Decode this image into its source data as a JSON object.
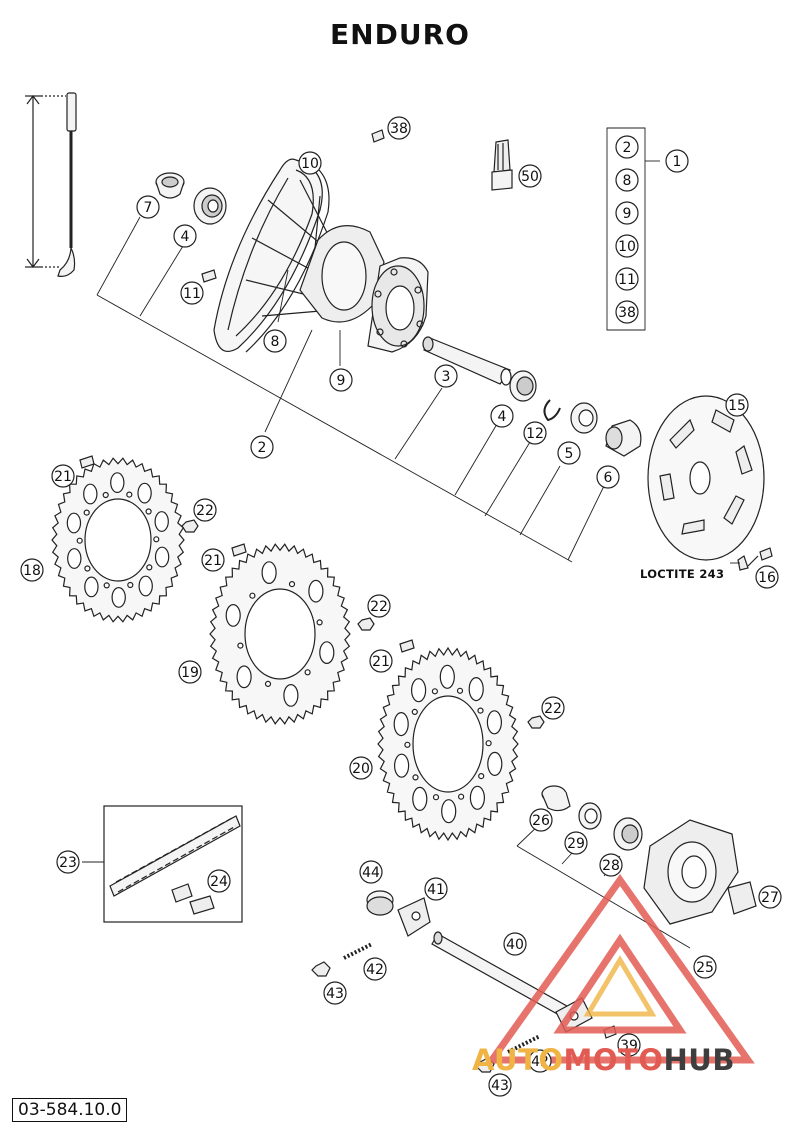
{
  "header": {
    "title": "ENDURO"
  },
  "footer": {
    "doc_number": "03-584.10.0"
  },
  "notes": {
    "loctite": "LOCTITE 243"
  },
  "watermark": {
    "part1": "AUTO",
    "part2": "MOTO",
    "part3": "HUB"
  },
  "colors": {
    "line": "#222222",
    "fill": "#f4f4f4",
    "shade": "#cfcfcf",
    "watermark_red": "#e25b53",
    "watermark_orange": "#f0b445",
    "watermark_dark": "#3e3e3e"
  },
  "callouts": [
    {
      "id": "38a",
      "label": "38"
    },
    {
      "id": "10a",
      "label": "10"
    },
    {
      "id": "50",
      "label": "50"
    },
    {
      "id": "7",
      "label": "7"
    },
    {
      "id": "4a",
      "label": "4"
    },
    {
      "id": "11a",
      "label": "11"
    },
    {
      "id": "8a",
      "label": "8"
    },
    {
      "id": "9a",
      "label": "9"
    },
    {
      "id": "2a",
      "label": "2"
    },
    {
      "id": "3",
      "label": "3"
    },
    {
      "id": "4b",
      "label": "4"
    },
    {
      "id": "12",
      "label": "12"
    },
    {
      "id": "5",
      "label": "5"
    },
    {
      "id": "6",
      "label": "6"
    },
    {
      "id": "1",
      "label": "1"
    },
    {
      "id": "2b",
      "label": "2"
    },
    {
      "id": "8b",
      "label": "8"
    },
    {
      "id": "9b",
      "label": "9"
    },
    {
      "id": "10b",
      "label": "10"
    },
    {
      "id": "11b",
      "label": "11"
    },
    {
      "id": "38b",
      "label": "38"
    },
    {
      "id": "15",
      "label": "15"
    },
    {
      "id": "16",
      "label": "16"
    },
    {
      "id": "21a",
      "label": "21"
    },
    {
      "id": "22a",
      "label": "22"
    },
    {
      "id": "18",
      "label": "18"
    },
    {
      "id": "21b",
      "label": "21"
    },
    {
      "id": "22b",
      "label": "22"
    },
    {
      "id": "19",
      "label": "19"
    },
    {
      "id": "21c",
      "label": "21"
    },
    {
      "id": "22c",
      "label": "22"
    },
    {
      "id": "20",
      "label": "20"
    },
    {
      "id": "26",
      "label": "26"
    },
    {
      "id": "29",
      "label": "29"
    },
    {
      "id": "28",
      "label": "28"
    },
    {
      "id": "27",
      "label": "27"
    },
    {
      "id": "25",
      "label": "25"
    },
    {
      "id": "23",
      "label": "23"
    },
    {
      "id": "24",
      "label": "24"
    },
    {
      "id": "44",
      "label": "44"
    },
    {
      "id": "41",
      "label": "41"
    },
    {
      "id": "40",
      "label": "40"
    },
    {
      "id": "42a",
      "label": "42"
    },
    {
      "id": "43a",
      "label": "43"
    },
    {
      "id": "39",
      "label": "39"
    },
    {
      "id": "42b",
      "label": "42"
    },
    {
      "id": "43b",
      "label": "43"
    }
  ]
}
